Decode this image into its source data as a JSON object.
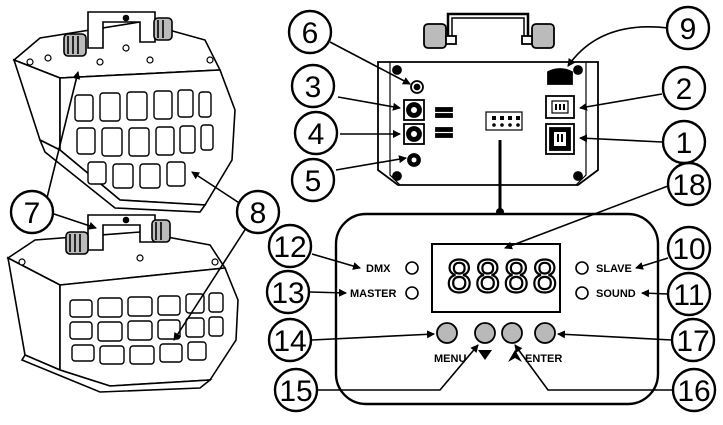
{
  "colors": {
    "ink": "#000000",
    "paper": "#ffffff",
    "button_fill": "#b9b9b9",
    "device_shade": "#d9d9d9"
  },
  "callouts": {
    "c1": "1",
    "c2": "2",
    "c3": "3",
    "c4": "4",
    "c5": "5",
    "c6": "6",
    "c7": "7",
    "c8": "8",
    "c9": "9",
    "c10": "10",
    "c11": "11",
    "c12": "12",
    "c13": "13",
    "c14": "14",
    "c15": "15",
    "c16": "16",
    "c17": "17",
    "c18": "18"
  },
  "panel": {
    "dmx_label": "DMX",
    "master_label": "MASTER",
    "slave_label": "SLAVE",
    "sound_label": "SOUND",
    "menu_label": "MENU",
    "enter_label": "ENTER",
    "display_text": "8888"
  },
  "icons": {
    "down_arrow": "down-arrow-icon",
    "up_arrow": "up-arrow-icon"
  }
}
